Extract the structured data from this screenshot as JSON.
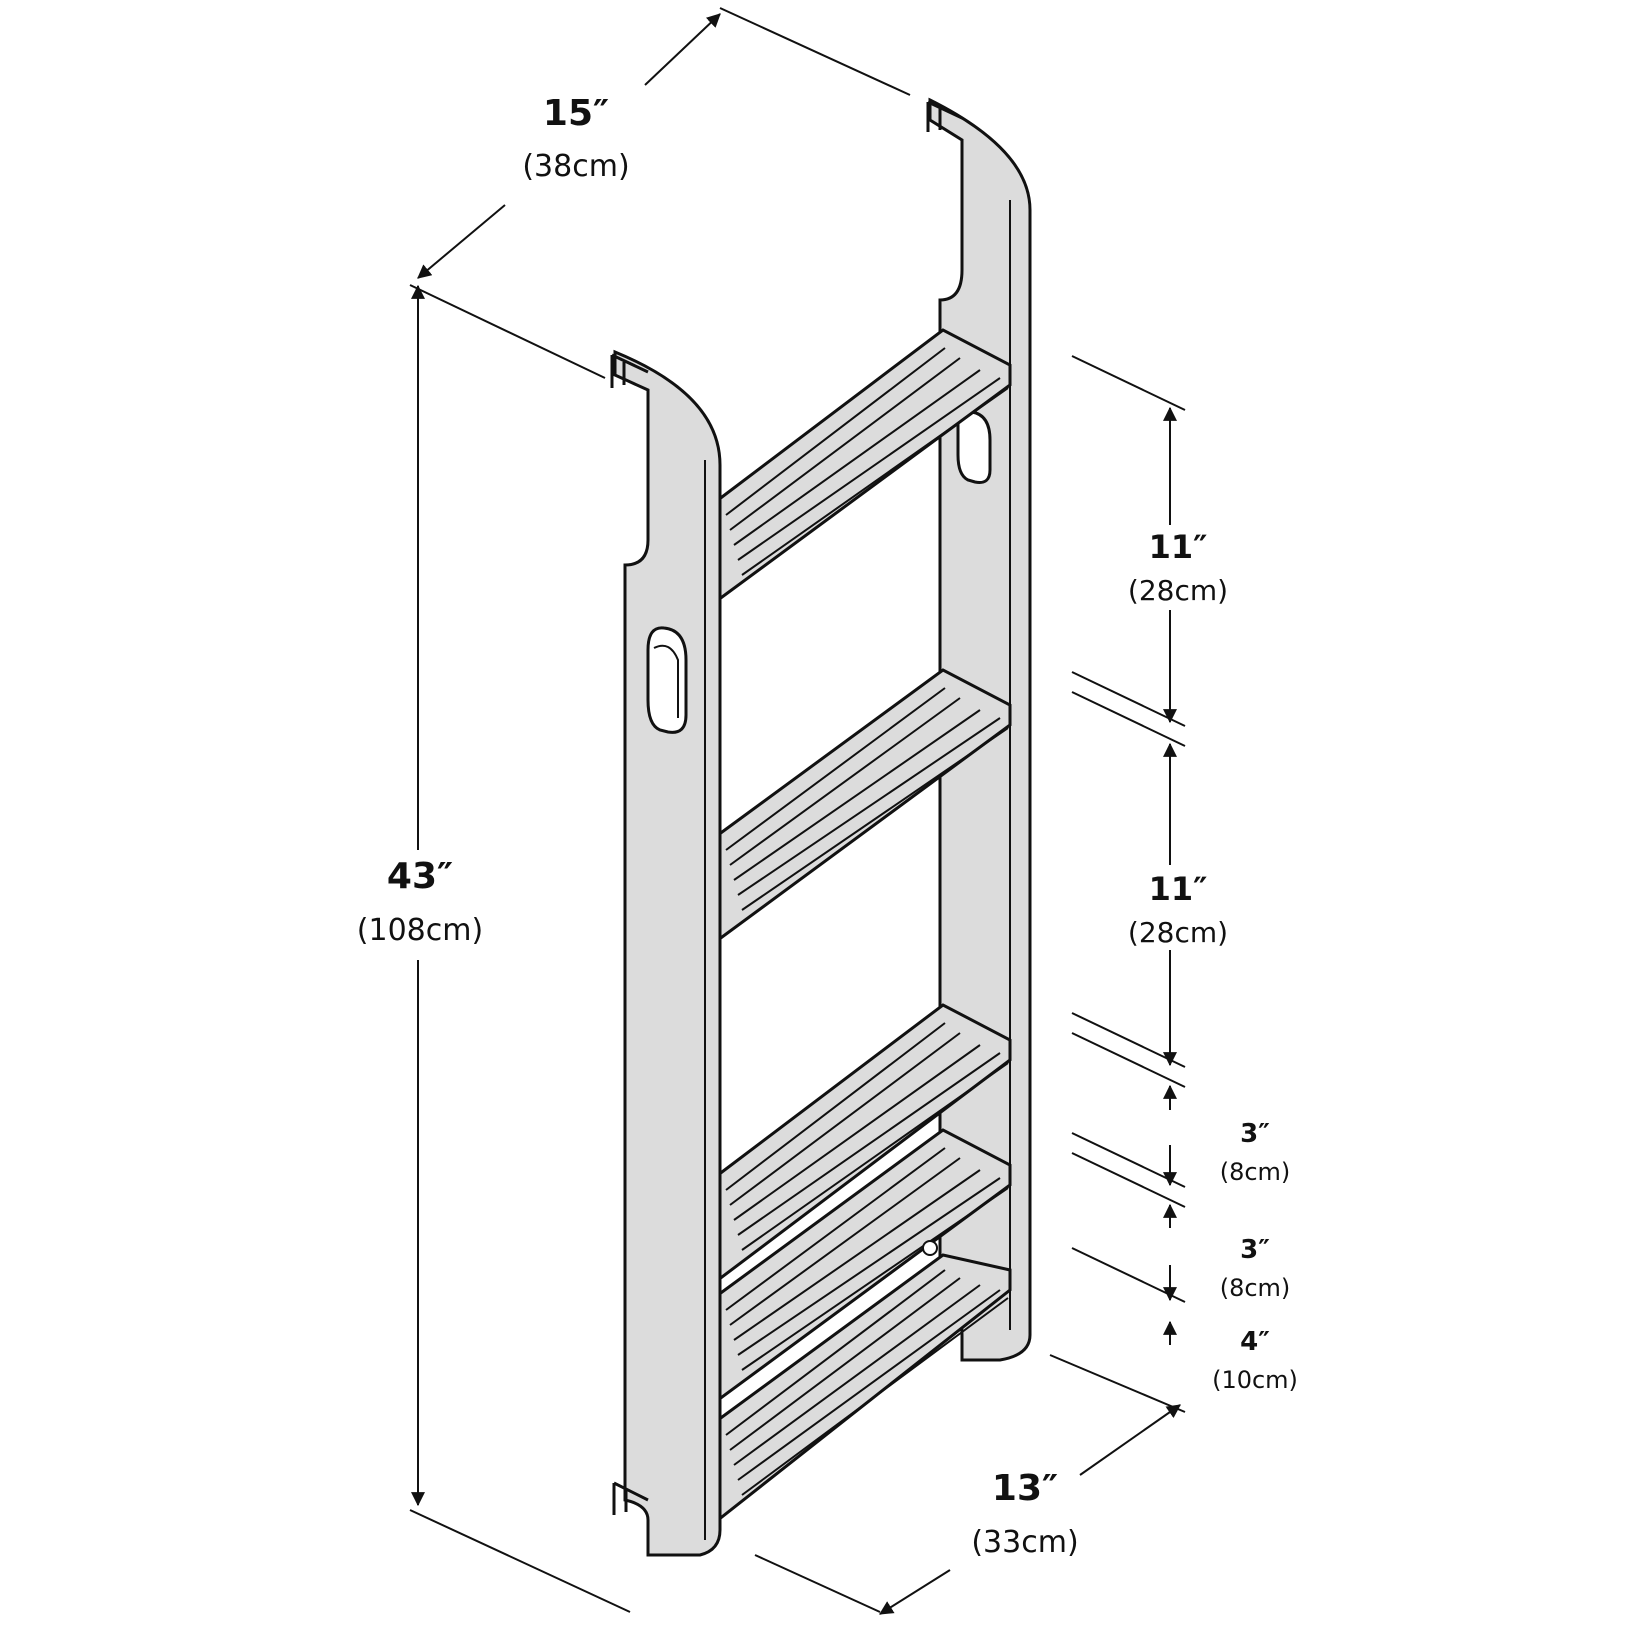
{
  "dimensions": {
    "width": {
      "imperial": "15″",
      "metric": "(38cm)"
    },
    "height": {
      "imperial": "43″",
      "metric": "(108cm)"
    },
    "depth": {
      "imperial": "13″",
      "metric": "(33cm)"
    },
    "step_gap_1": {
      "imperial": "11″",
      "metric": "(28cm)"
    },
    "step_gap_2": {
      "imperial": "11″",
      "metric": "(28cm)"
    },
    "step_gap_3": {
      "imperial": "3″",
      "metric": "(8cm)"
    },
    "step_gap_4": {
      "imperial": "3″",
      "metric": "(8cm)"
    },
    "bottom_gap": {
      "imperial": "4″",
      "metric": "(10cm)"
    }
  },
  "colors": {
    "ink": "#111111",
    "fill": "#dcdcdc",
    "background": "#ffffff"
  }
}
